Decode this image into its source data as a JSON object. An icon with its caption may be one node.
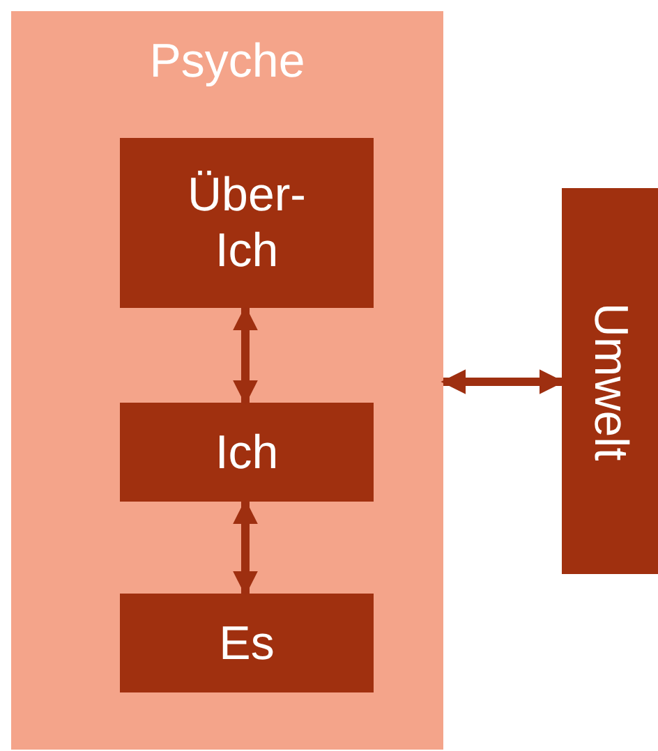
{
  "diagram": {
    "nodes": [
      {
        "text": [
          "Psyche"
        ]
      },
      {
        "text": [
          "Über- Ich"
        ],
        "in": 0
      },
      {
        "text": [
          "Ich"
        ],
        "in": 0
      },
      {
        "text": [
          "Es"
        ],
        "in": 0
      },
      {
        "text": [
          "Umwelt"
        ]
      }
    ],
    "edges": [
      {
        "from": 1,
        "to": 2,
        "arrow": "both"
      },
      {
        "from": 2,
        "to": 3,
        "arrow": "both"
      },
      {
        "from": 0,
        "to": 4,
        "arrow": "both"
      }
    ]
  }
}
